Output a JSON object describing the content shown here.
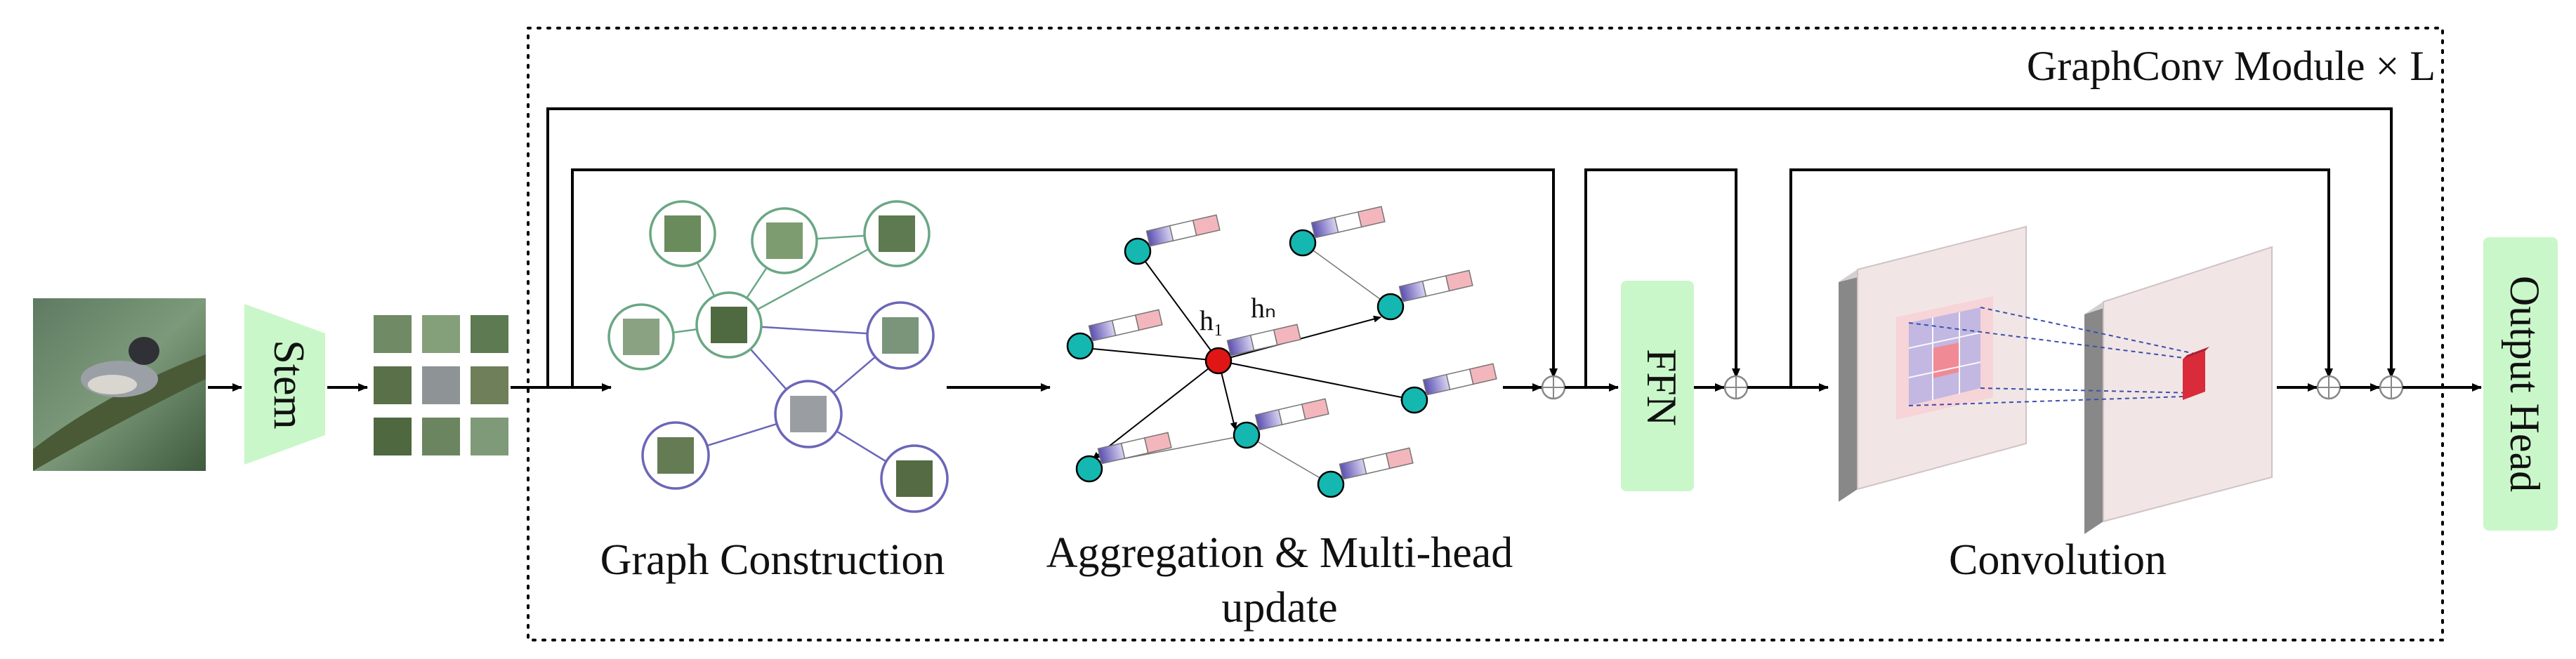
{
  "module": {
    "title": "GraphConv Module × L"
  },
  "stages": {
    "stem": "Stem",
    "graph_construction": "Graph Construction",
    "aggregation_line1": "Aggregation & Multi-head",
    "aggregation_line2": "update",
    "ffn": "FFN",
    "convolution": "Convolution",
    "output_head": "Output Head"
  },
  "aggregation": {
    "head_label_1": "h₁",
    "head_label_n": "hₙ"
  },
  "colors": {
    "block_green": "#c9f7c9",
    "node_teal": "#14b8b0",
    "center_red": "#e01616",
    "graph_green": "#6aa784",
    "graph_blue": "#6b66b8",
    "conv_face": "#f1e6e5",
    "conv_side": "#888888",
    "highlight_red": "#d92b3a"
  }
}
